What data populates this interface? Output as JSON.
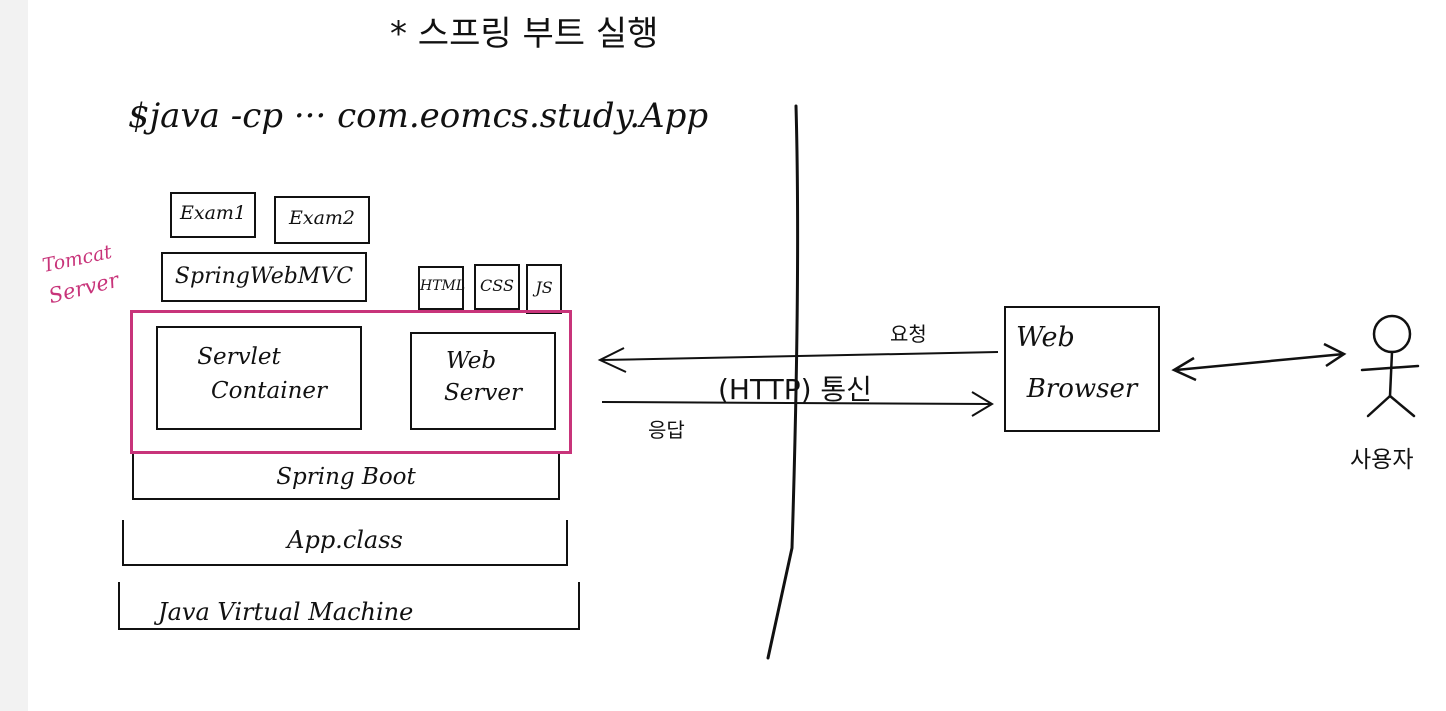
{
  "title": "* 스프링 부트 실행",
  "command": "$java -cp ··· com.eomcs.study.App",
  "apps": [
    "Exam1",
    "Exam2"
  ],
  "spring_webmvc": "SpringWebMVC",
  "static_files": [
    "HTML",
    "CSS",
    "JS"
  ],
  "tomcat_label": [
    "Tomcat",
    "Server"
  ],
  "servlet_container": [
    "Servlet",
    "Container"
  ],
  "web_server": [
    "Web",
    "Server"
  ],
  "spring_boot": "Spring Boot",
  "app_class": "App.class",
  "jvm": "Java Virtual Machine",
  "request_label": "요청",
  "http_label": "(HTTP) 통신",
  "response_label": "응답",
  "browser": [
    "Web",
    "Browser"
  ],
  "user_label": "사용자",
  "colors": {
    "ink": "#111111",
    "tomcat": "#c8347a"
  }
}
